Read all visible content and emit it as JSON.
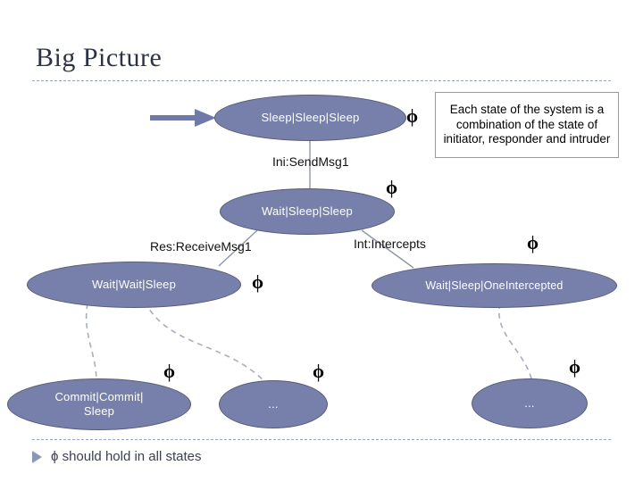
{
  "slide": {
    "title": "Big Picture",
    "footer_text": "ϕ should hold in all states",
    "bullet_icon": "triangle-bullet-icon"
  },
  "callout": {
    "text": "Each state of the system is a combination of the state of initiator, responder and intruder"
  },
  "diagram": {
    "entry_arrow_icon": "right-arrow-icon",
    "nodes": [
      {
        "id": "n1",
        "label": "Sleep|Sleep|Sleep"
      },
      {
        "id": "n2",
        "label": "Wait|Sleep|Sleep"
      },
      {
        "id": "n3",
        "label": "Wait|Wait|Sleep"
      },
      {
        "id": "n4",
        "label": "Wait|Sleep|OneIntercepted"
      },
      {
        "id": "n5",
        "label": "Commit|Commit|\nSleep"
      },
      {
        "id": "n6",
        "label": "..."
      },
      {
        "id": "n7",
        "label": "..."
      }
    ],
    "edge_labels": [
      {
        "id": "e1",
        "text": "Ini:SendMsg1"
      },
      {
        "id": "e2",
        "text": "Res:ReceiveMsg1"
      },
      {
        "id": "e3",
        "text": "Int:Intercepts"
      }
    ],
    "phi_markers": [
      {
        "id": "p1",
        "symbol": "ϕ"
      },
      {
        "id": "p2",
        "symbol": "ϕ"
      },
      {
        "id": "p3",
        "symbol": "ϕ"
      },
      {
        "id": "p4",
        "symbol": "ϕ"
      },
      {
        "id": "p5",
        "symbol": "ϕ"
      },
      {
        "id": "p6",
        "symbol": "ϕ"
      },
      {
        "id": "p7",
        "symbol": "ϕ"
      }
    ]
  },
  "colors": {
    "node_fill": "#7780aa",
    "node_stroke": "#565c77",
    "node_text": "#ffffff",
    "title_text": "#2e3245",
    "rule": "#9aa4bb",
    "arrow": "#6f7aa8",
    "edge_solid": "#8f96a8",
    "edge_dashed": "#a7aebb"
  }
}
